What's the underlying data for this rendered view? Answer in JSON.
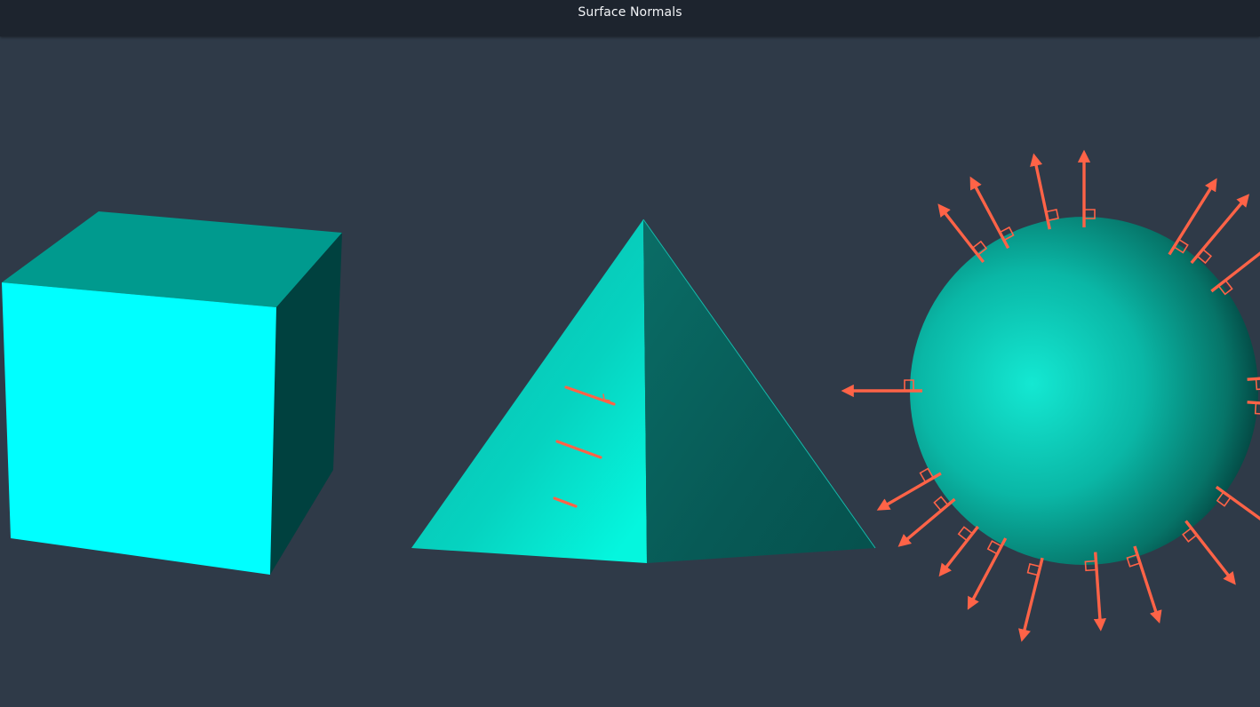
{
  "window": {
    "title": "Surface Normals"
  },
  "scene": {
    "background_color": "#2f3a48",
    "titlebar_color": "#1d242e",
    "normal_arrow_color": "#ff6347",
    "objects": [
      {
        "name": "cube",
        "color": "#00ffff"
      },
      {
        "name": "pyramid",
        "color": "#00c8b4"
      },
      {
        "name": "sphere",
        "color": "#1ec8b4"
      }
    ]
  }
}
